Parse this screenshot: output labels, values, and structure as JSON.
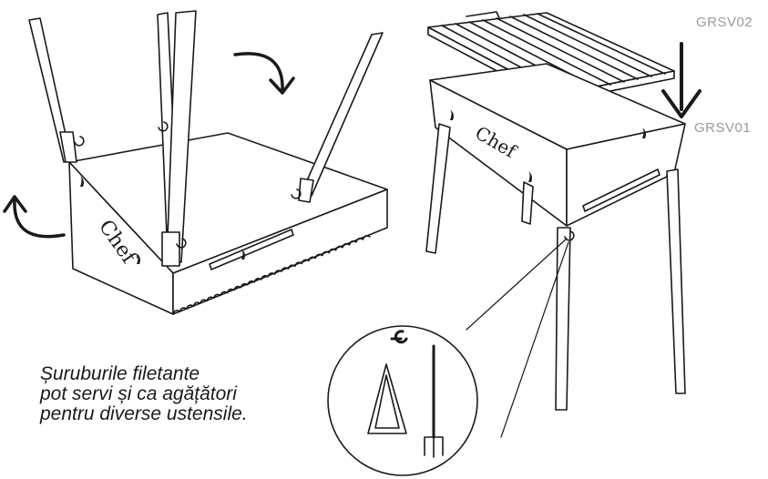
{
  "labels": {
    "grill_grate": "GRSV02",
    "grill_body": "GRSV01"
  },
  "caption": "Șuruburile filetante\npot servi și ca agățători\npentru diverse ustensile."
}
